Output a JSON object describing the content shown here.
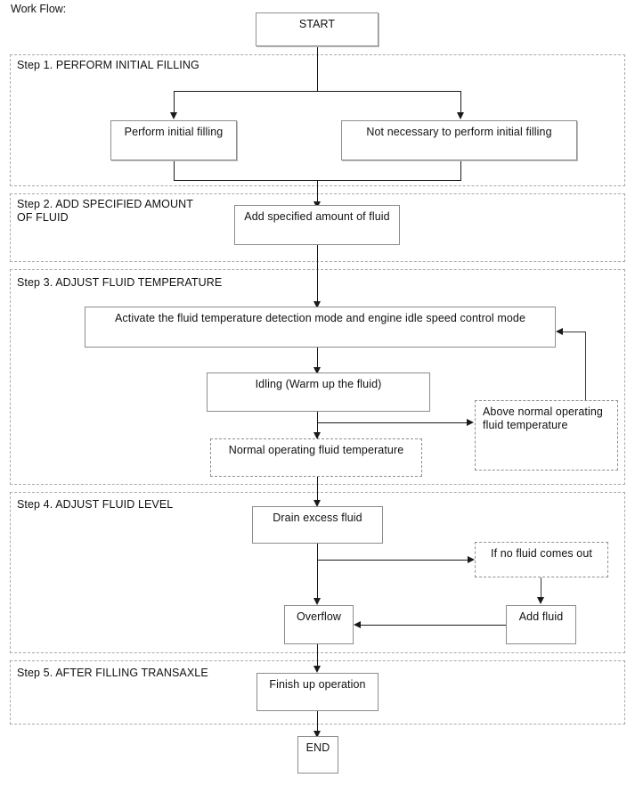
{
  "page": {
    "title": "Work Flow:"
  },
  "sections": [
    {
      "id": "step1",
      "label": "Step 1. PERFORM INITIAL FILLING"
    },
    {
      "id": "step2",
      "label": "Step 2. ADD SPECIFIED AMOUNT\nOF FLUID"
    },
    {
      "id": "step3",
      "label": "Step 3. ADJUST FLUID TEMPERATURE"
    },
    {
      "id": "step4",
      "label": "Step 4. ADJUST FLUID LEVEL"
    },
    {
      "id": "step5",
      "label": "Step 5. AFTER FILLING TRANSAXLE"
    }
  ],
  "nodes": {
    "start": "START",
    "perform_initial_filling": "Perform initial filling",
    "not_necessary": "Not necessary to perform initial filling",
    "add_specified_amount": "Add specified amount of fluid",
    "activate_mode": "Activate the fluid temperature detection mode and engine idle speed control mode",
    "idling": "Idling (Warm up the fluid)",
    "above_normal": "Above normal operating\nfluid temperature",
    "normal_operating": "Normal operating fluid temperature",
    "drain_excess": "Drain excess fluid",
    "if_no_fluid": "If no fluid comes out",
    "overflow": "Overflow",
    "add_fluid": "Add fluid",
    "finish_up": "Finish up operation",
    "end": "END"
  },
  "colors": {
    "node_border": "#909090",
    "dashed_border": "#8f8f8f",
    "section_border": "#aaaaaa",
    "connector": "#1a1a1a",
    "text": "#111111",
    "background": "#ffffff"
  }
}
